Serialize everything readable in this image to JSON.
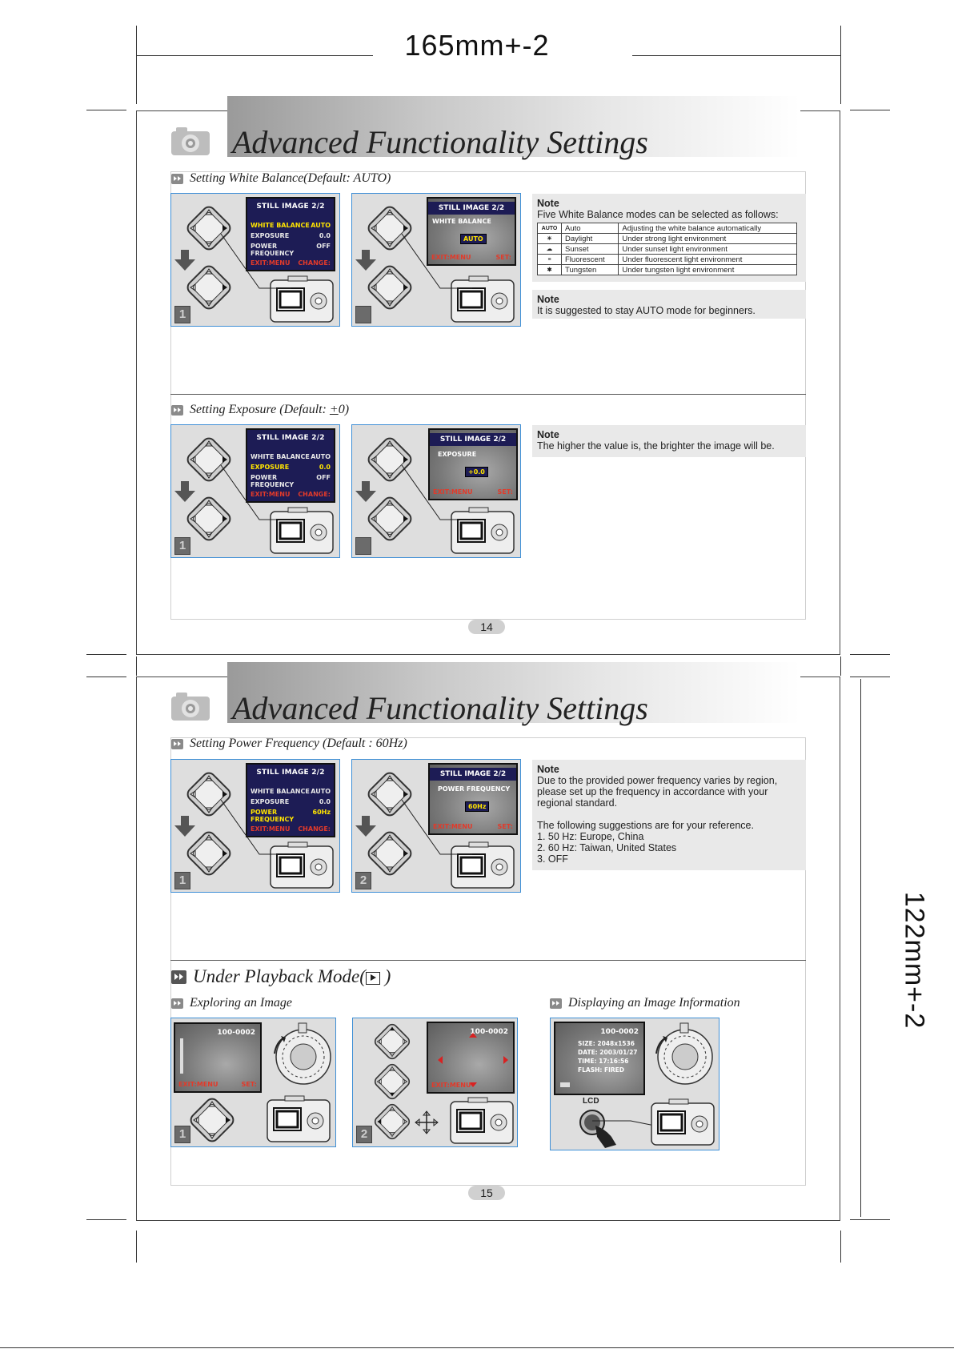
{
  "spec": {
    "top_size": "165mm+-2",
    "side_size": "122mm+-2"
  },
  "page14": {
    "banner_title": "Advanced Functionality Settings",
    "page_number": "14",
    "wb": {
      "title": "Setting White Balance(Default: AUTO)",
      "panel1": {
        "lcd_header": "STILL IMAGE 2/2",
        "rows": [
          {
            "label": "WHITE BALANCE",
            "value": "AUTO"
          },
          {
            "label": "EXPOSURE",
            "value": "0.0"
          },
          {
            "label": "POWER FREQUENCY",
            "value": "OFF"
          }
        ],
        "exit": "EXIT:MENU",
        "change": "CHANGE:"
      },
      "panel2": {
        "lcd_header": "STILL IMAGE 2/2",
        "label": "WHITE BALANCE",
        "value": "AUTO",
        "exit": "EXIT:MENU",
        "set": "SET:"
      },
      "note1": {
        "title": "Note",
        "body": "Five White Balance modes can be selected as follows:"
      },
      "table": [
        {
          "icon": "AUTO",
          "mode": "Auto",
          "desc": "Adjusting the white balance automatically"
        },
        {
          "icon": "☀",
          "mode": "Daylight",
          "desc": "Under strong light environment"
        },
        {
          "icon": "☁",
          "mode": "Sunset",
          "desc": "Under sunset light environment"
        },
        {
          "icon": "≡",
          "mode": "Fluorescent",
          "desc": "Under fluorescent light environment"
        },
        {
          "icon": "✱",
          "mode": "Tungsten",
          "desc": "Under tungsten light environment"
        }
      ],
      "note2": {
        "title": "Note",
        "body": "It is suggested to stay AUTO mode for beginners."
      }
    },
    "exposure": {
      "title_prefix": "Setting Exposure (Default: ",
      "title_pm": "+",
      "title_value": "0",
      "title_suffix": ")",
      "panel1": {
        "lcd_header": "STILL IMAGE 2/2",
        "rows": [
          {
            "label": "WHITE BALANCE",
            "value": "AUTO"
          },
          {
            "label": "EXPOSURE",
            "value": "0.0"
          },
          {
            "label": "POWER FREQUENCY",
            "value": "OFF"
          }
        ],
        "exit": "EXIT:MENU",
        "change": "CHANGE:"
      },
      "panel2": {
        "lcd_header": "STILL IMAGE 2/2",
        "label": "EXPOSURE",
        "value": "+0.0",
        "exit": "EXIT:MENU",
        "set": "SET:"
      },
      "note": {
        "title": "Note",
        "body": "The higher the value is, the brighter the image will be."
      }
    }
  },
  "page15": {
    "banner_title": "Advanced Functionality Settings",
    "page_number": "15",
    "power": {
      "title": "Setting Power Frequency (Default : 60Hz)",
      "panel1": {
        "lcd_header": "STILL IMAGE 2/2",
        "rows": [
          {
            "label": "WHITE BALANCE",
            "value": "AUTO"
          },
          {
            "label": "EXPOSURE",
            "value": "0.0"
          },
          {
            "label": "POWER FREQUENCY",
            "value": "60Hz"
          }
        ],
        "exit": "EXIT:MENU",
        "change": "CHANGE:"
      },
      "panel2": {
        "lcd_header": "STILL IMAGE 2/2",
        "label": "POWER FREQUENCY",
        "value": "60Hz",
        "exit": "EXIT:MENU",
        "set": "SET:"
      },
      "note": {
        "title": "Note",
        "body": "Due to the provided power frequency varies by region,\nplease set up the frequency in accordance with your\nregional standard.\n\nThe following suggestions are for your reference.\n1. 50 Hz: Europe, China\n2. 60 Hz: Taiwan, United States\n3. OFF"
      }
    },
    "playback": {
      "title": "Under Playback Mode(",
      "title_end": ")",
      "explore_title": "Exploring an Image",
      "info_title": "Displaying an Image Information",
      "image_number": "100-0002",
      "exit": "EXIT:MENU",
      "set": "SET:",
      "info_lines": [
        "SIZE: 2048x1536",
        "DATE: 2003/01/27",
        "TIME: 17:16:56",
        "FLASH: FIRED"
      ],
      "lcd_button_label": "LCD"
    }
  }
}
